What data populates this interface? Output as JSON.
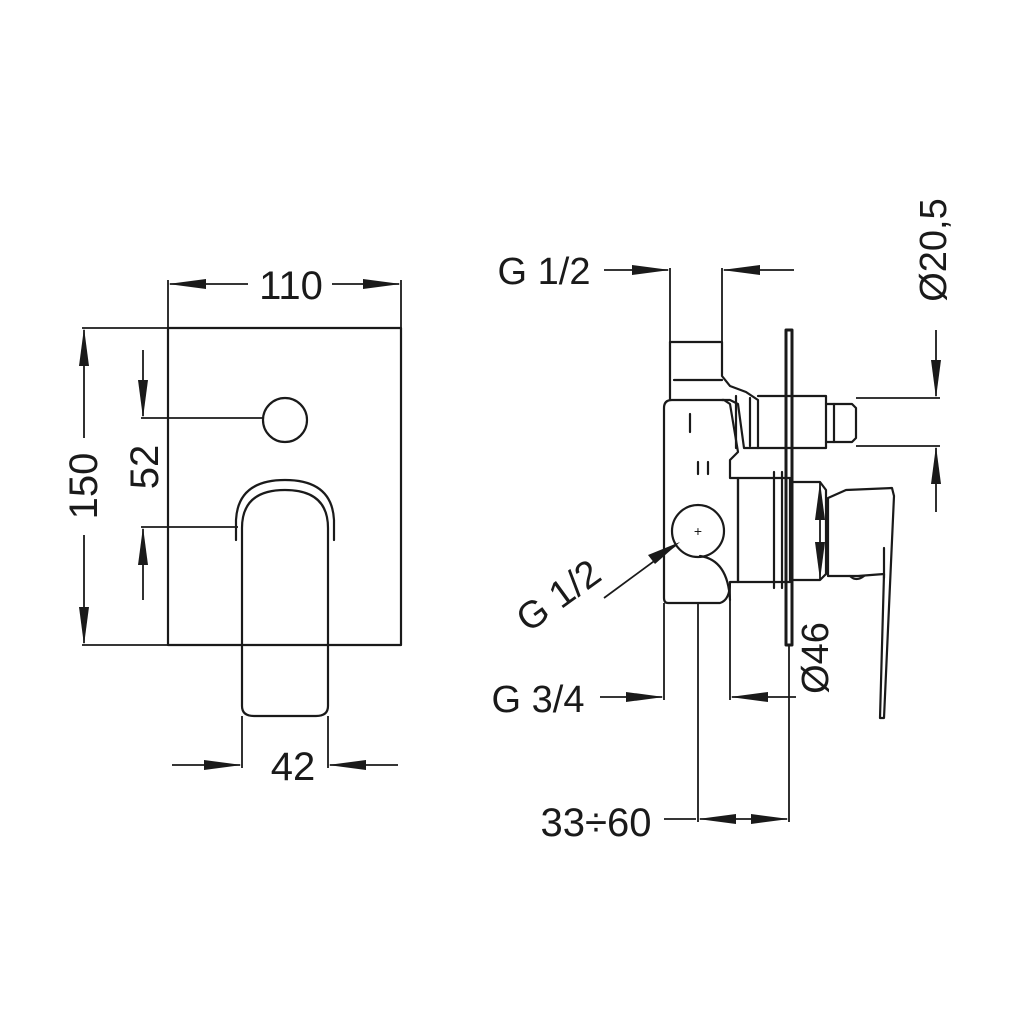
{
  "front_view": {
    "width_dim": "110",
    "height_dim": "150",
    "offset_dim": "52",
    "handle_width_dim": "42"
  },
  "side_view": {
    "thread_top": "G 1/2",
    "thread_mid": "G 1/2",
    "thread_bottom": "G 3/4",
    "outlet_diameter": "Ø20,5",
    "body_diameter": "Ø46",
    "depth_range": "33÷60"
  }
}
